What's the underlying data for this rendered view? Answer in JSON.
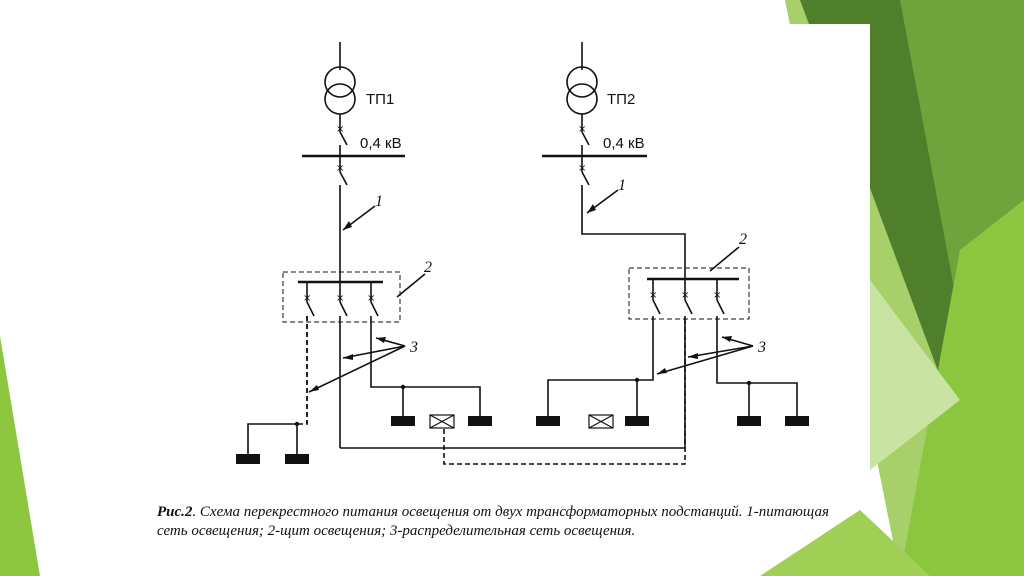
{
  "transformers": [
    {
      "name": "ТП1",
      "voltage": "0,4 кВ"
    },
    {
      "name": "ТП2",
      "voltage": "0,4 кВ"
    }
  ],
  "callouts": {
    "feeder": "1",
    "panel": "2",
    "distribution": "3"
  },
  "caption": {
    "figure_label": "Рис.2",
    "text": ". Схема перекрестного питания освещения от двух трансформаторных подстанций. 1-питающая сеть освещения; 2-щит освещения; 3-распределительная сеть освещения."
  },
  "colors": {
    "background": "#ffffff",
    "diagram_lines": "#111111",
    "accent_green_dark": "#5b8a2f",
    "accent_green_light": "#8cc63f"
  }
}
